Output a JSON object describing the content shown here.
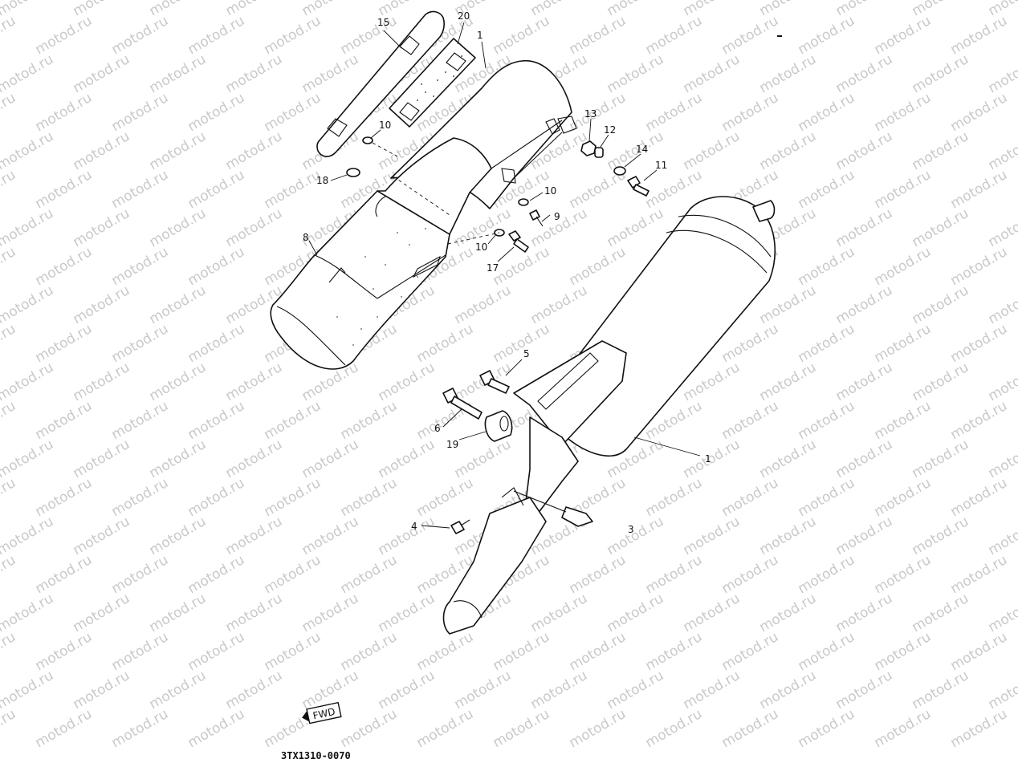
{
  "diagram": {
    "drawing_code": "3TX1310-0070",
    "fwd_label": "FWD",
    "watermark": "motod.ru",
    "callouts": [
      {
        "id": "c1a",
        "label": "1"
      },
      {
        "id": "c1b",
        "label": "1"
      },
      {
        "id": "c3",
        "label": "3"
      },
      {
        "id": "c4",
        "label": "4"
      },
      {
        "id": "c5",
        "label": "5"
      },
      {
        "id": "c6",
        "label": "6"
      },
      {
        "id": "c8",
        "label": "8"
      },
      {
        "id": "c9",
        "label": "9"
      },
      {
        "id": "c10a",
        "label": "10"
      },
      {
        "id": "c10b",
        "label": "10"
      },
      {
        "id": "c10c",
        "label": "10"
      },
      {
        "id": "c11",
        "label": "11"
      },
      {
        "id": "c12",
        "label": "12"
      },
      {
        "id": "c13",
        "label": "13"
      },
      {
        "id": "c14",
        "label": "14"
      },
      {
        "id": "c15",
        "label": "15"
      },
      {
        "id": "c17",
        "label": "17"
      },
      {
        "id": "c18",
        "label": "18"
      },
      {
        "id": "c19",
        "label": "19"
      },
      {
        "id": "c20",
        "label": "20"
      }
    ]
  }
}
